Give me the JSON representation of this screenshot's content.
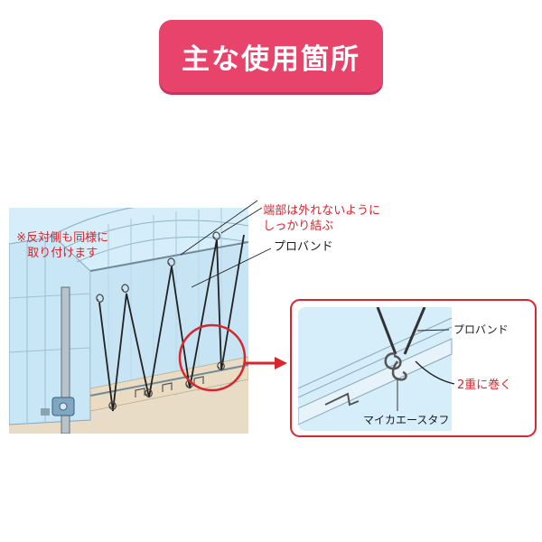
{
  "title": "主な使用箇所",
  "colors": {
    "accent": "#e8436a",
    "annotation_red": "#d8262e",
    "frame_blue": "#c8e6f5",
    "ground": "#e9dcc6"
  },
  "labels": {
    "note_both_sides_line1": "※反対側も同様に",
    "note_both_sides_line2": "取り付けます",
    "tie_ends_line1": "端部は外れないように",
    "tie_ends_line2": "しっかり結ぶ",
    "pp_band_main": "プロバンド",
    "pp_band_detail": "プロバンド",
    "double_wrap": "2重に巻く",
    "product_name": "マイカエースタフ"
  },
  "icons": {
    "zoom_circle": "zoom-circle-icon",
    "callout_arrow": "arrow-right-icon"
  }
}
